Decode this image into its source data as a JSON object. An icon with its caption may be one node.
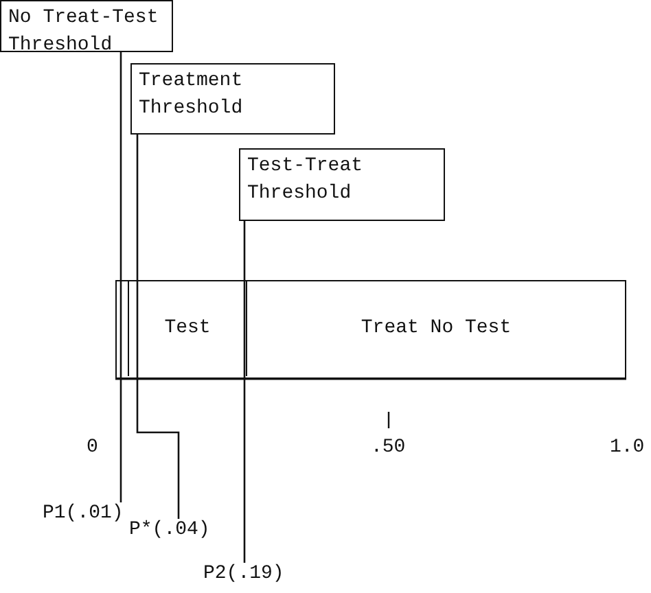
{
  "diagram": {
    "nodes": [
      {
        "text": [
          "No Treat-Test Threshold"
        ]
      },
      {
        "text": [
          "Treatment Threshold"
        ]
      },
      {
        "text": [
          "Test-Treat Threshold"
        ]
      },
      {
        "text": [],
        "shape": "bar"
      },
      {
        "text": [
          "Test"
        ],
        "in": 3
      },
      {
        "text": [
          "Treat No Test"
        ],
        "in": 3
      },
      {
        "text": [
          "P1(.01)"
        ]
      },
      {
        "text": [
          "P*(.04)"
        ]
      },
      {
        "text": [
          "P2(.19)"
        ]
      }
    ],
    "edges": [
      {
        "from": 0,
        "to": 6,
        "arrow": "none"
      },
      {
        "from": 1,
        "to": 7,
        "arrow": "none"
      },
      {
        "from": 2,
        "to": 8,
        "arrow": "none"
      }
    ],
    "labels": [
      "0",
      ".50",
      "1.0"
    ]
  }
}
